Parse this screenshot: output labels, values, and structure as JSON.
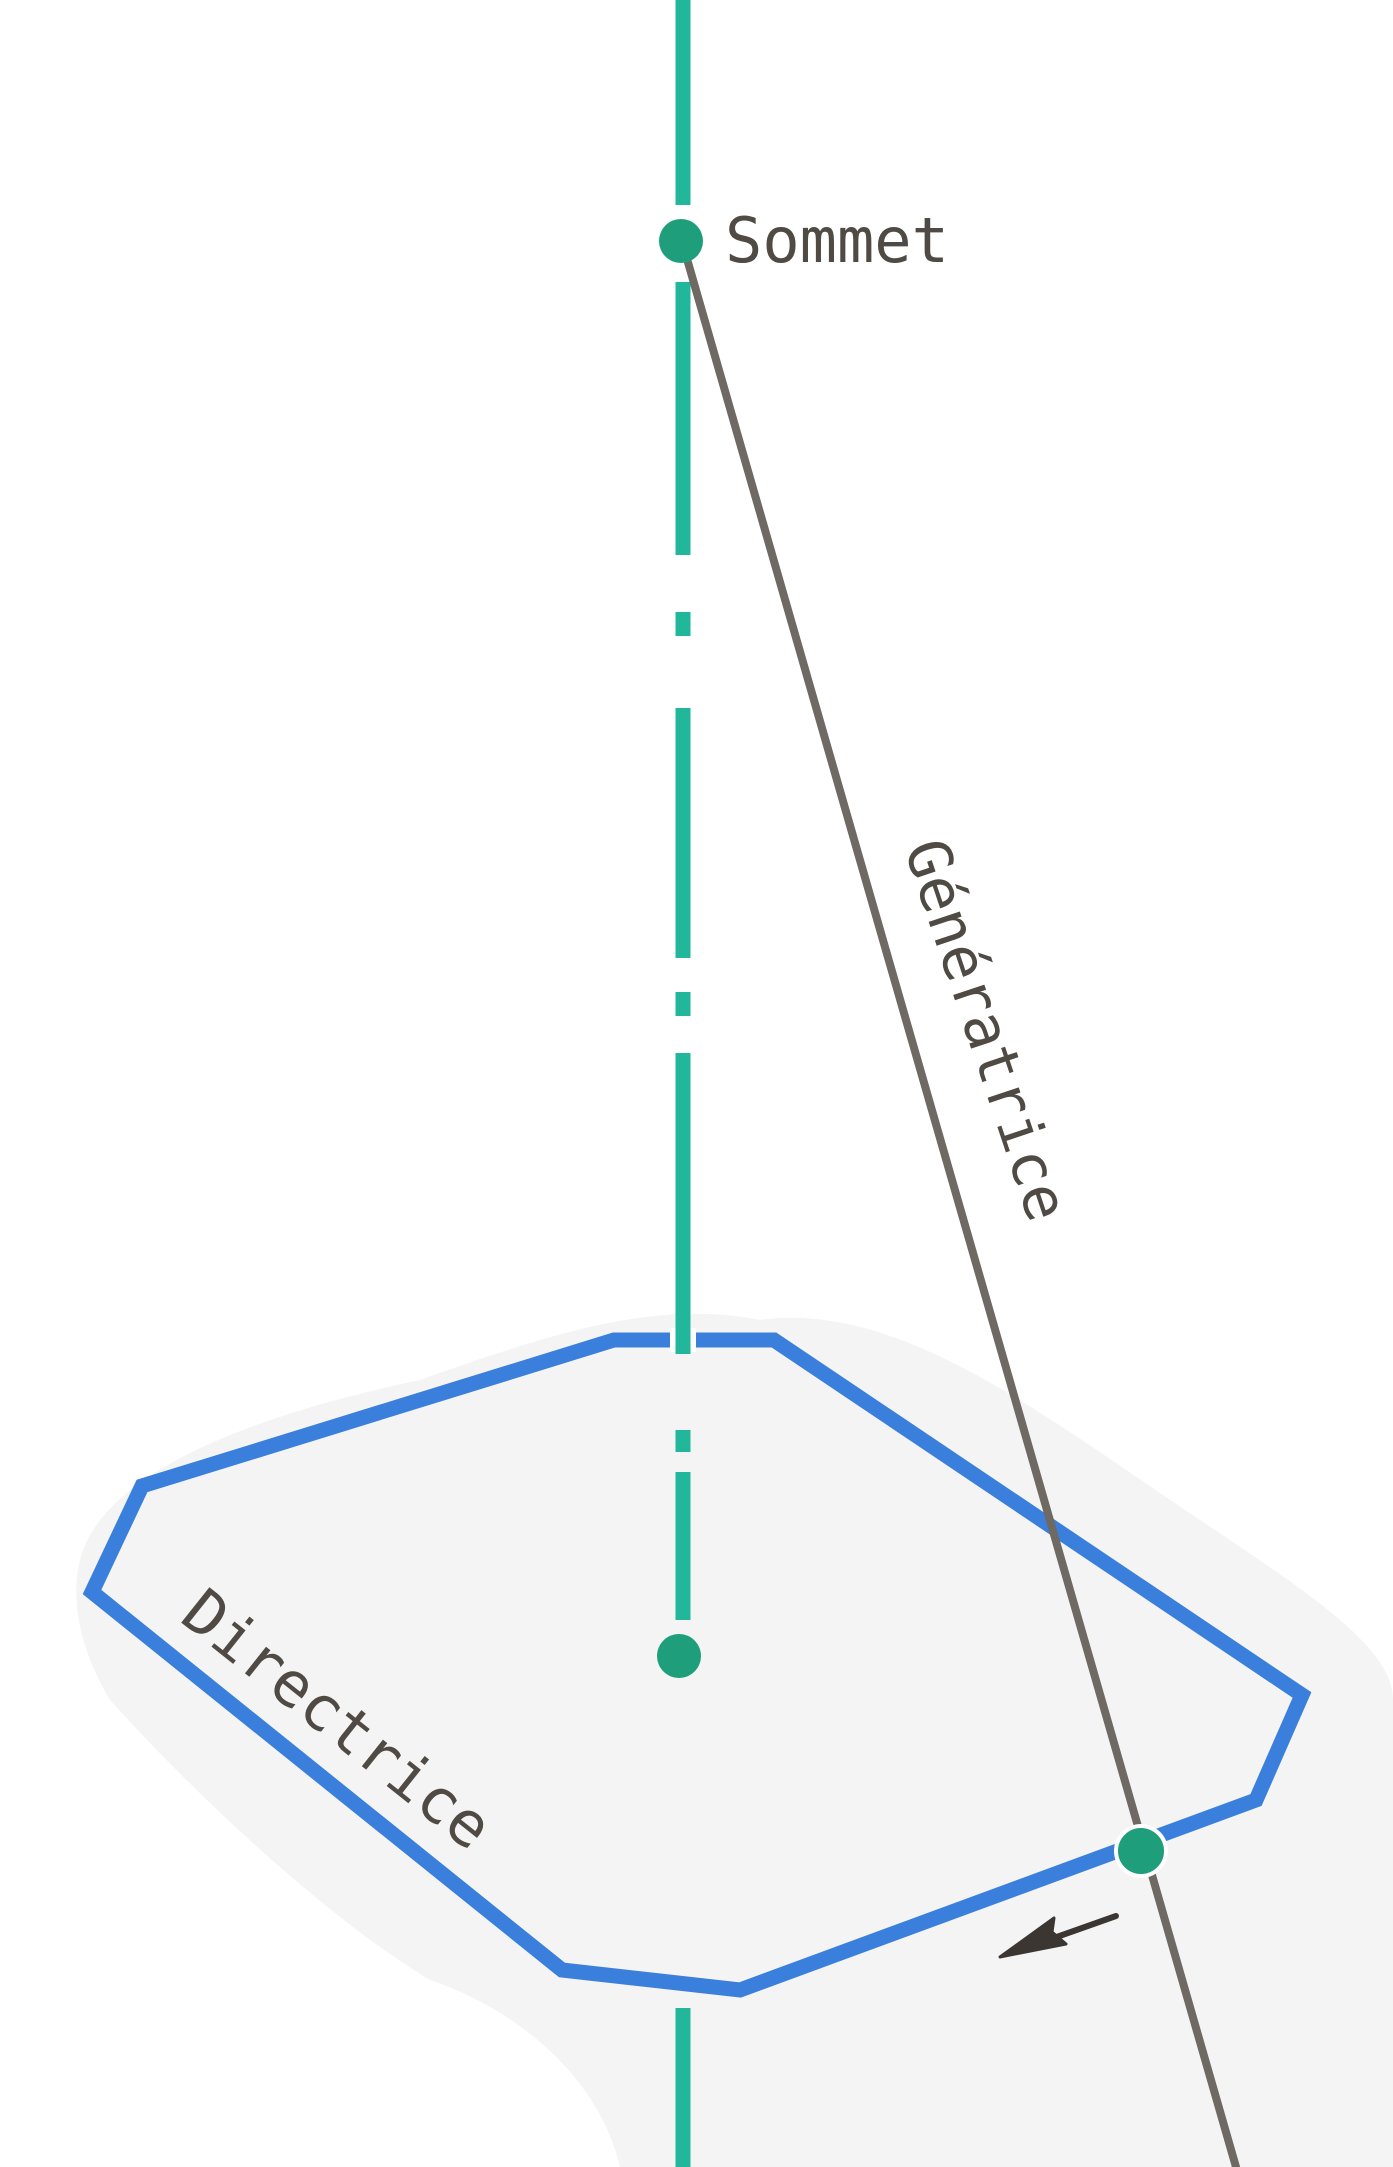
{
  "labels": {
    "apex": "Sommet",
    "generatrix": "Génératrice",
    "directrix": "Directrice"
  },
  "colors": {
    "paper": "#ffffff",
    "shadow_paper": "#f3f3f3",
    "axis": "#22b79a",
    "point": "#1f9e7c",
    "directrix": "#3a7fdb",
    "generatrix": "#6e6963",
    "arrow": "#3b3631",
    "text": "#4f4a44"
  },
  "icons": {
    "apex_point": "filled-circle",
    "center_point": "filled-circle",
    "intersection_point": "filled-circle",
    "direction_arrow": "arrow-left-down"
  }
}
